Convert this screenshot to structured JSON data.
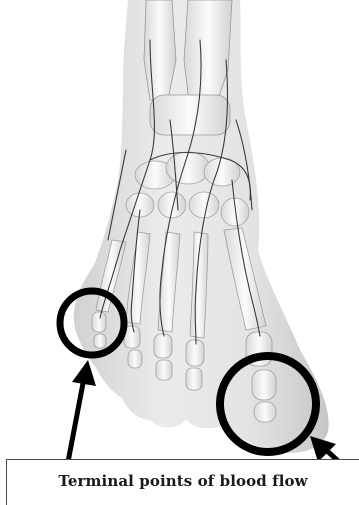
{
  "caption": {
    "text": "Terminal points of blood flow"
  },
  "colors": {
    "background": "#ffffff",
    "bone": "#f4f4f4",
    "skin": "#d6d6d6",
    "vessel": "#3a3a3a",
    "marker": "#000000"
  },
  "icons": {
    "marker_ring_left": "circle-marker",
    "marker_ring_right": "circle-marker",
    "arrow_left": "arrow-up",
    "arrow_right": "arrow-up-left"
  }
}
